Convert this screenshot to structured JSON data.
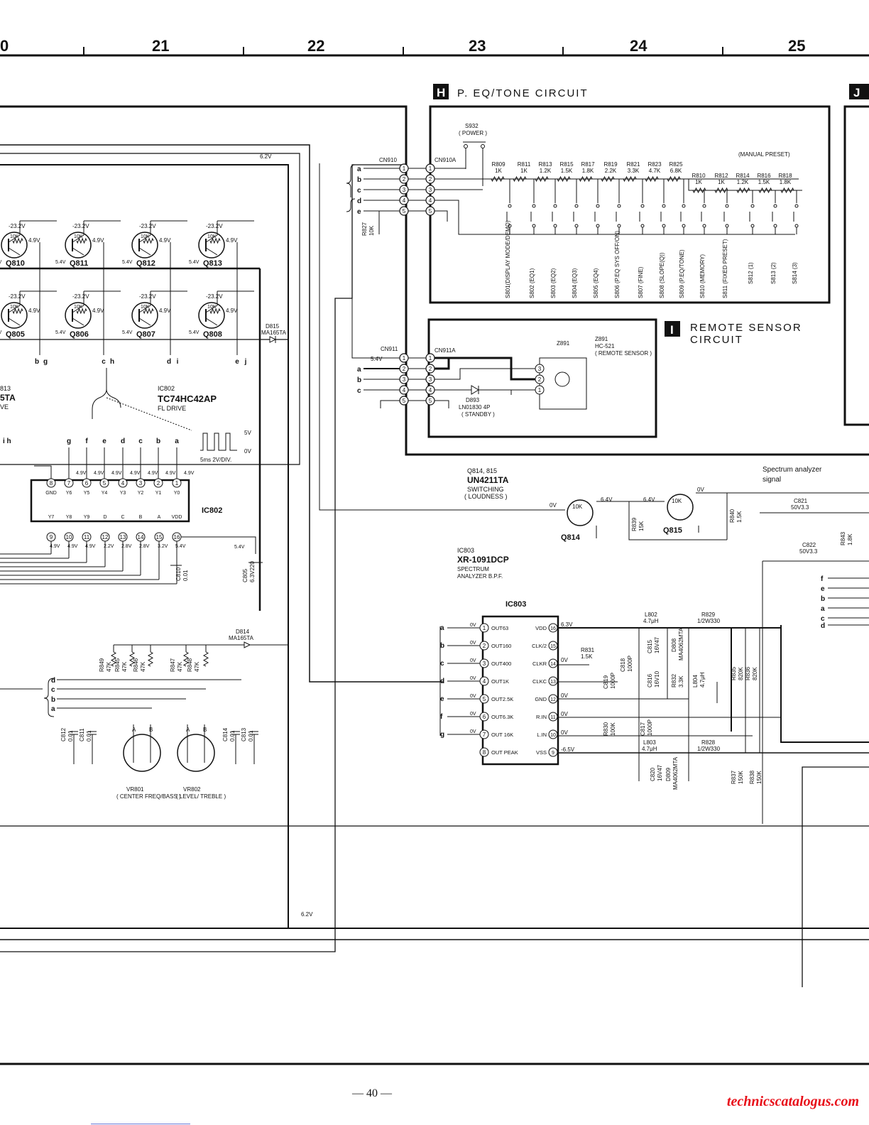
{
  "grid": {
    "columns": [
      "0",
      "21",
      "22",
      "23",
      "24",
      "25"
    ]
  },
  "sections": {
    "h": {
      "letter": "H",
      "title": "P. EQ/TONE CIRCUIT"
    },
    "i": {
      "letter": "I",
      "title_line1": "REMOTE SENSOR",
      "title_line2": "CIRCUIT"
    },
    "j": {
      "letter": "J"
    }
  },
  "peq": {
    "power_switch": "S932",
    "power_note": "( POWER )",
    "cn910": "CN910",
    "cn910a": "CN910A",
    "manual_preset": "(MANUAL PRESET)",
    "resistors": [
      {
        "ref": "R809",
        "val": "1K"
      },
      {
        "ref": "R811",
        "val": "1K"
      },
      {
        "ref": "R813",
        "val": "1.2K"
      },
      {
        "ref": "R815",
        "val": "1.5K"
      },
      {
        "ref": "R817",
        "val": "1.8K"
      },
      {
        "ref": "R819",
        "val": "2.2K"
      },
      {
        "ref": "R821",
        "val": "3.3K"
      },
      {
        "ref": "R823",
        "val": "4.7K"
      },
      {
        "ref": "R825",
        "val": "6.8K"
      },
      {
        "ref": "R810",
        "val": "1K"
      },
      {
        "ref": "R812",
        "val": "1K"
      },
      {
        "ref": "R814",
        "val": "1.2K"
      },
      {
        "ref": "R816",
        "val": "1.5K"
      },
      {
        "ref": "R818",
        "val": "1.8K"
      }
    ],
    "switches": [
      "S801(DISPLAY MODE/DEMO)",
      "S802 (EQ1)",
      "S803 (EQ2)",
      "S804 (EQ3)",
      "S805 (EQ4)",
      "S806 (P.EQ SYS OFF/ON)",
      "S807 (FINE)",
      "S808 (SLOPE(Q))",
      "S809 (P.EQ/TONE)",
      "S810 (MEMORY)",
      "S811 (FIXED PRESET)",
      "S812 (1)",
      "S813 (2)",
      "S814 (3)"
    ],
    "r827": "R827",
    "r827_val": "10K",
    "lines": [
      "a",
      "b",
      "c",
      "d",
      "e"
    ],
    "pins": [
      "1",
      "2",
      "3",
      "4",
      "5"
    ]
  },
  "remote": {
    "cn911": "CN911",
    "cn911a": "CN911A",
    "v": "5.4V",
    "z891": "Z891",
    "z891_part": "HC-521",
    "z891_note": "( REMOTE SENSOR )",
    "d893": "D893",
    "d893_part": "LN01830 4P",
    "d893_note": "( STANDBY )",
    "lines": [
      "a",
      "b",
      "c"
    ]
  },
  "transistors": {
    "row1": [
      {
        "name": "Q810",
        "in": "4.9V",
        "top": "-23.2V"
      },
      {
        "name": "Q811",
        "in": "4.9V",
        "top": "-23.2V"
      },
      {
        "name": "Q812",
        "in": "4.9V",
        "top": "-23.2V"
      },
      {
        "name": "Q813",
        "in": "4.9V",
        "top": "-23.2V"
      }
    ],
    "row2": [
      {
        "name": "Q805",
        "in": "4.9V",
        "top": "-23.2V"
      },
      {
        "name": "Q806",
        "in": "4.9V",
        "top": "-23.2V"
      },
      {
        "name": "Q807",
        "in": "4.9V",
        "top": "-23.2V"
      },
      {
        "name": "Q808",
        "in": "4.9V",
        "top": "-23.2V"
      }
    ],
    "base_v": "5.4V",
    "res": "10K",
    "d815": "D815",
    "d815_part": "MA165TA",
    "v62": "6.2V",
    "node_labels": [
      "b",
      "g",
      "c",
      "h",
      "d",
      "i",
      "e",
      "j"
    ]
  },
  "ic802": {
    "left_ref": "813",
    "left_part": "5TA",
    "left_func": "VE",
    "ref": "IC802",
    "part": "TC74HC42AP",
    "func": "FL DRIVE",
    "body_label": "IC802",
    "wave_v5": "5V",
    "wave_v0": "0V",
    "wave_note": "5ms 2V/DIV.",
    "top_letters": [
      "g",
      "f",
      "e",
      "d",
      "c",
      "b",
      "a"
    ],
    "top_pins": [
      "7",
      "6",
      "5",
      "4",
      "3",
      "2",
      "1"
    ],
    "top_names": [
      "Y6",
      "Y5",
      "Y4",
      "Y3",
      "Y2",
      "Y1",
      "Y0"
    ],
    "top_v": [
      "4.9V",
      "4.9V",
      "4.9V",
      "4.9V",
      "4.9V",
      "4.9V",
      "4.9V"
    ],
    "gnd_pin": "8",
    "gnd": "GND",
    "bot_pins": [
      "9",
      "10",
      "11",
      "12",
      "13",
      "14",
      "15",
      "16"
    ],
    "bot_names": [
      "Y7",
      "Y8",
      "Y9",
      "D",
      "C",
      "B",
      "A",
      "VDD"
    ],
    "bot_v": [
      "4.9V",
      "4.9V",
      "4.9V",
      "2.2V",
      "2.8V",
      "2.8V",
      "3.2V",
      "5.4V"
    ],
    "v54": "5.4V",
    "c810": "C810",
    "c810_val": "0.01",
    "c805": "C805",
    "c805_val": "6.3V220",
    "ih": "i h"
  },
  "vr": {
    "d814": "D814",
    "d814_part": "MA165TA",
    "resistors": [
      {
        "ref": "R849",
        "val": "47K"
      },
      {
        "ref": "R845",
        "val": "47K"
      },
      {
        "ref": "R846",
        "val": "47K"
      },
      {
        "ref": "R847",
        "val": "47K"
      },
      {
        "ref": "R848",
        "val": "47K"
      }
    ],
    "lines": [
      "d",
      "c",
      "b",
      "a"
    ],
    "c812": "C812",
    "c812_val": "0.01",
    "c811": "C811",
    "c811_val": "0.01",
    "c814": "C814",
    "c814_val": "0.01",
    "c813": "C813",
    "c813_val": "0.01",
    "vr801": "VR801",
    "vr801_note": "( CENTER FREQ/BASS )",
    "vr802": "VR802",
    "vr802_note": "( LEVEL/ TREBLE )",
    "ab": [
      "A",
      "B"
    ]
  },
  "switching": {
    "q": "Q814, 815",
    "part": "UN4211TA",
    "func": "SWITCHING",
    "note": "( LOUDNESS )",
    "v0": "0V",
    "v64a": "6.4V",
    "v64b": "6.4V",
    "v0b": "0V",
    "q814": "Q814",
    "q815": "Q815",
    "r839": "R839",
    "r839_val": "15K",
    "r840": "R840",
    "r840_val": "1.5K",
    "spectrum": "Spectrum analyzer",
    "signal": "signal",
    "c821": "C821",
    "c821_val": "50V3.3",
    "c822": "C822",
    "c822_val": "50V3.3",
    "r843": "R843",
    "r843_val": "1.8K",
    "right_lines": [
      "f",
      "e",
      "b",
      "a",
      "c",
      "d"
    ]
  },
  "ic803": {
    "ref": "IC803",
    "part": "XR-1091DCP",
    "func1": "SPECTRUM",
    "func2": "ANALYZER B.P.F.",
    "body_label": "IC803",
    "left_lines": [
      "a",
      "b",
      "c",
      "d",
      "e",
      "f",
      "g"
    ],
    "left_v": [
      "0V",
      "0V",
      "0V",
      "0V",
      "0V",
      "0V",
      "0V"
    ],
    "left_pins": [
      "1",
      "2",
      "3",
      "4",
      "5",
      "6",
      "7",
      "8"
    ],
    "left_names": [
      "OUT63",
      "OUT160",
      "OUT400",
      "OUT1K",
      "OUT2.5K",
      "OUT6.3K",
      "OUT 16K",
      "OUT PEAK"
    ],
    "right_pins": [
      "16",
      "15",
      "14",
      "13",
      "12",
      "11",
      "10",
      "9"
    ],
    "right_names": [
      "VDD",
      "CLK/2",
      "CLKR",
      "CLKC",
      "GND",
      "R.IN",
      "L.IN",
      "VSS"
    ],
    "v63": "6.3V",
    "v0": "0V",
    "vm65": "-6.5V",
    "l802": "L802",
    "l802_val": "4.7μH",
    "l803": "L803",
    "l803_val": "4.7μH",
    "r829": "R829",
    "r829_val": "1/2W330",
    "r828": "R828",
    "r828_val": "1/2W330",
    "r831": "R831",
    "r831_val": "1.5K",
    "c818": "C818",
    "c818_val": "1000P",
    "c819": "C819",
    "c819_val": "1000P",
    "c815": "C815",
    "c815_val": "16V47",
    "d808": "D808",
    "d808_part": "MA4062MTA",
    "c816": "C816",
    "c816_val": "16V10",
    "r832": "R832",
    "r832_val": "3.3K",
    "l804": "L804",
    "l804_val": "4.7μH",
    "r830": "R830",
    "r830_val": "100K",
    "c817": "C817",
    "c817_val": "1000P",
    "c820": "C820",
    "c820_val": "16V47",
    "d809": "D809",
    "d809_part": "MA4062MTA",
    "r835": "R835",
    "r835_val": "820K",
    "r836": "R836",
    "r836_val": "820K",
    "r837": "R837",
    "r837_val": "150K",
    "r838": "R838",
    "r838_val": "150K"
  },
  "misc": {
    "v62": "6.2V"
  },
  "footer": {
    "page": "— 40 —",
    "site": "technicscatalogus.com"
  }
}
